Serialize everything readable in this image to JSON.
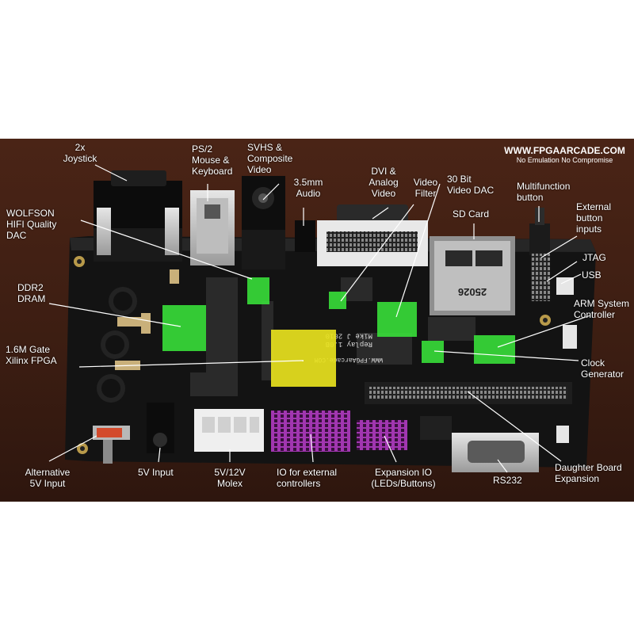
{
  "brand": {
    "url": "WWW.FPGAARCADE.COM",
    "tagline": "No Emulation No Compromise"
  },
  "board_print": {
    "silkscreen_main": "Replay 1.0B\nMike J 2010",
    "silkscreen_site": "WWW.FPGAarcade.COM",
    "sd_marking": "25026"
  },
  "labels": {
    "joystick": "2x\nJoystick",
    "ps2": "PS/2\nMouse &\nKeyboard",
    "svhs": "SVHS &\nComposite\nVideo",
    "audio": "3.5mm\nAudio",
    "dvi": "DVI &\nAnalog\nVideo",
    "video_filter": "Video\nFilter",
    "video_dac": "30 Bit\nVideo DAC",
    "sd_card": "SD Card",
    "multifunction": "Multifunction\nbutton",
    "ext_button": "External\nbutton\ninputs",
    "jtag": "JTAG",
    "usb": "USB",
    "arm": "ARM System\nController",
    "clock": "Clock\nGenerator",
    "wolfson": "WOLFSON\nHIFI Quality\nDAC",
    "ddr2": "DDR2\nDRAM",
    "fpga": "1.6M Gate\nXilinx FPGA",
    "alt_5v": "Alternative\n5V Input",
    "input_5v": "5V Input",
    "molex": "5V/12V\nMolex",
    "io_ext": "IO for external\ncontrollers",
    "exp_io": "Expansion IO\n(LEDs/Buttons)",
    "rs232": "RS232",
    "daughter": "Daughter Board\nExpansion"
  },
  "colors": {
    "backdrop": "#3b1d12",
    "pcb": "#141414",
    "highlight_green": "#39e43a",
    "highlight_yellow": "#e8e21e",
    "highlight_magenta": "#c040d0",
    "label_text": "#ffffff"
  }
}
